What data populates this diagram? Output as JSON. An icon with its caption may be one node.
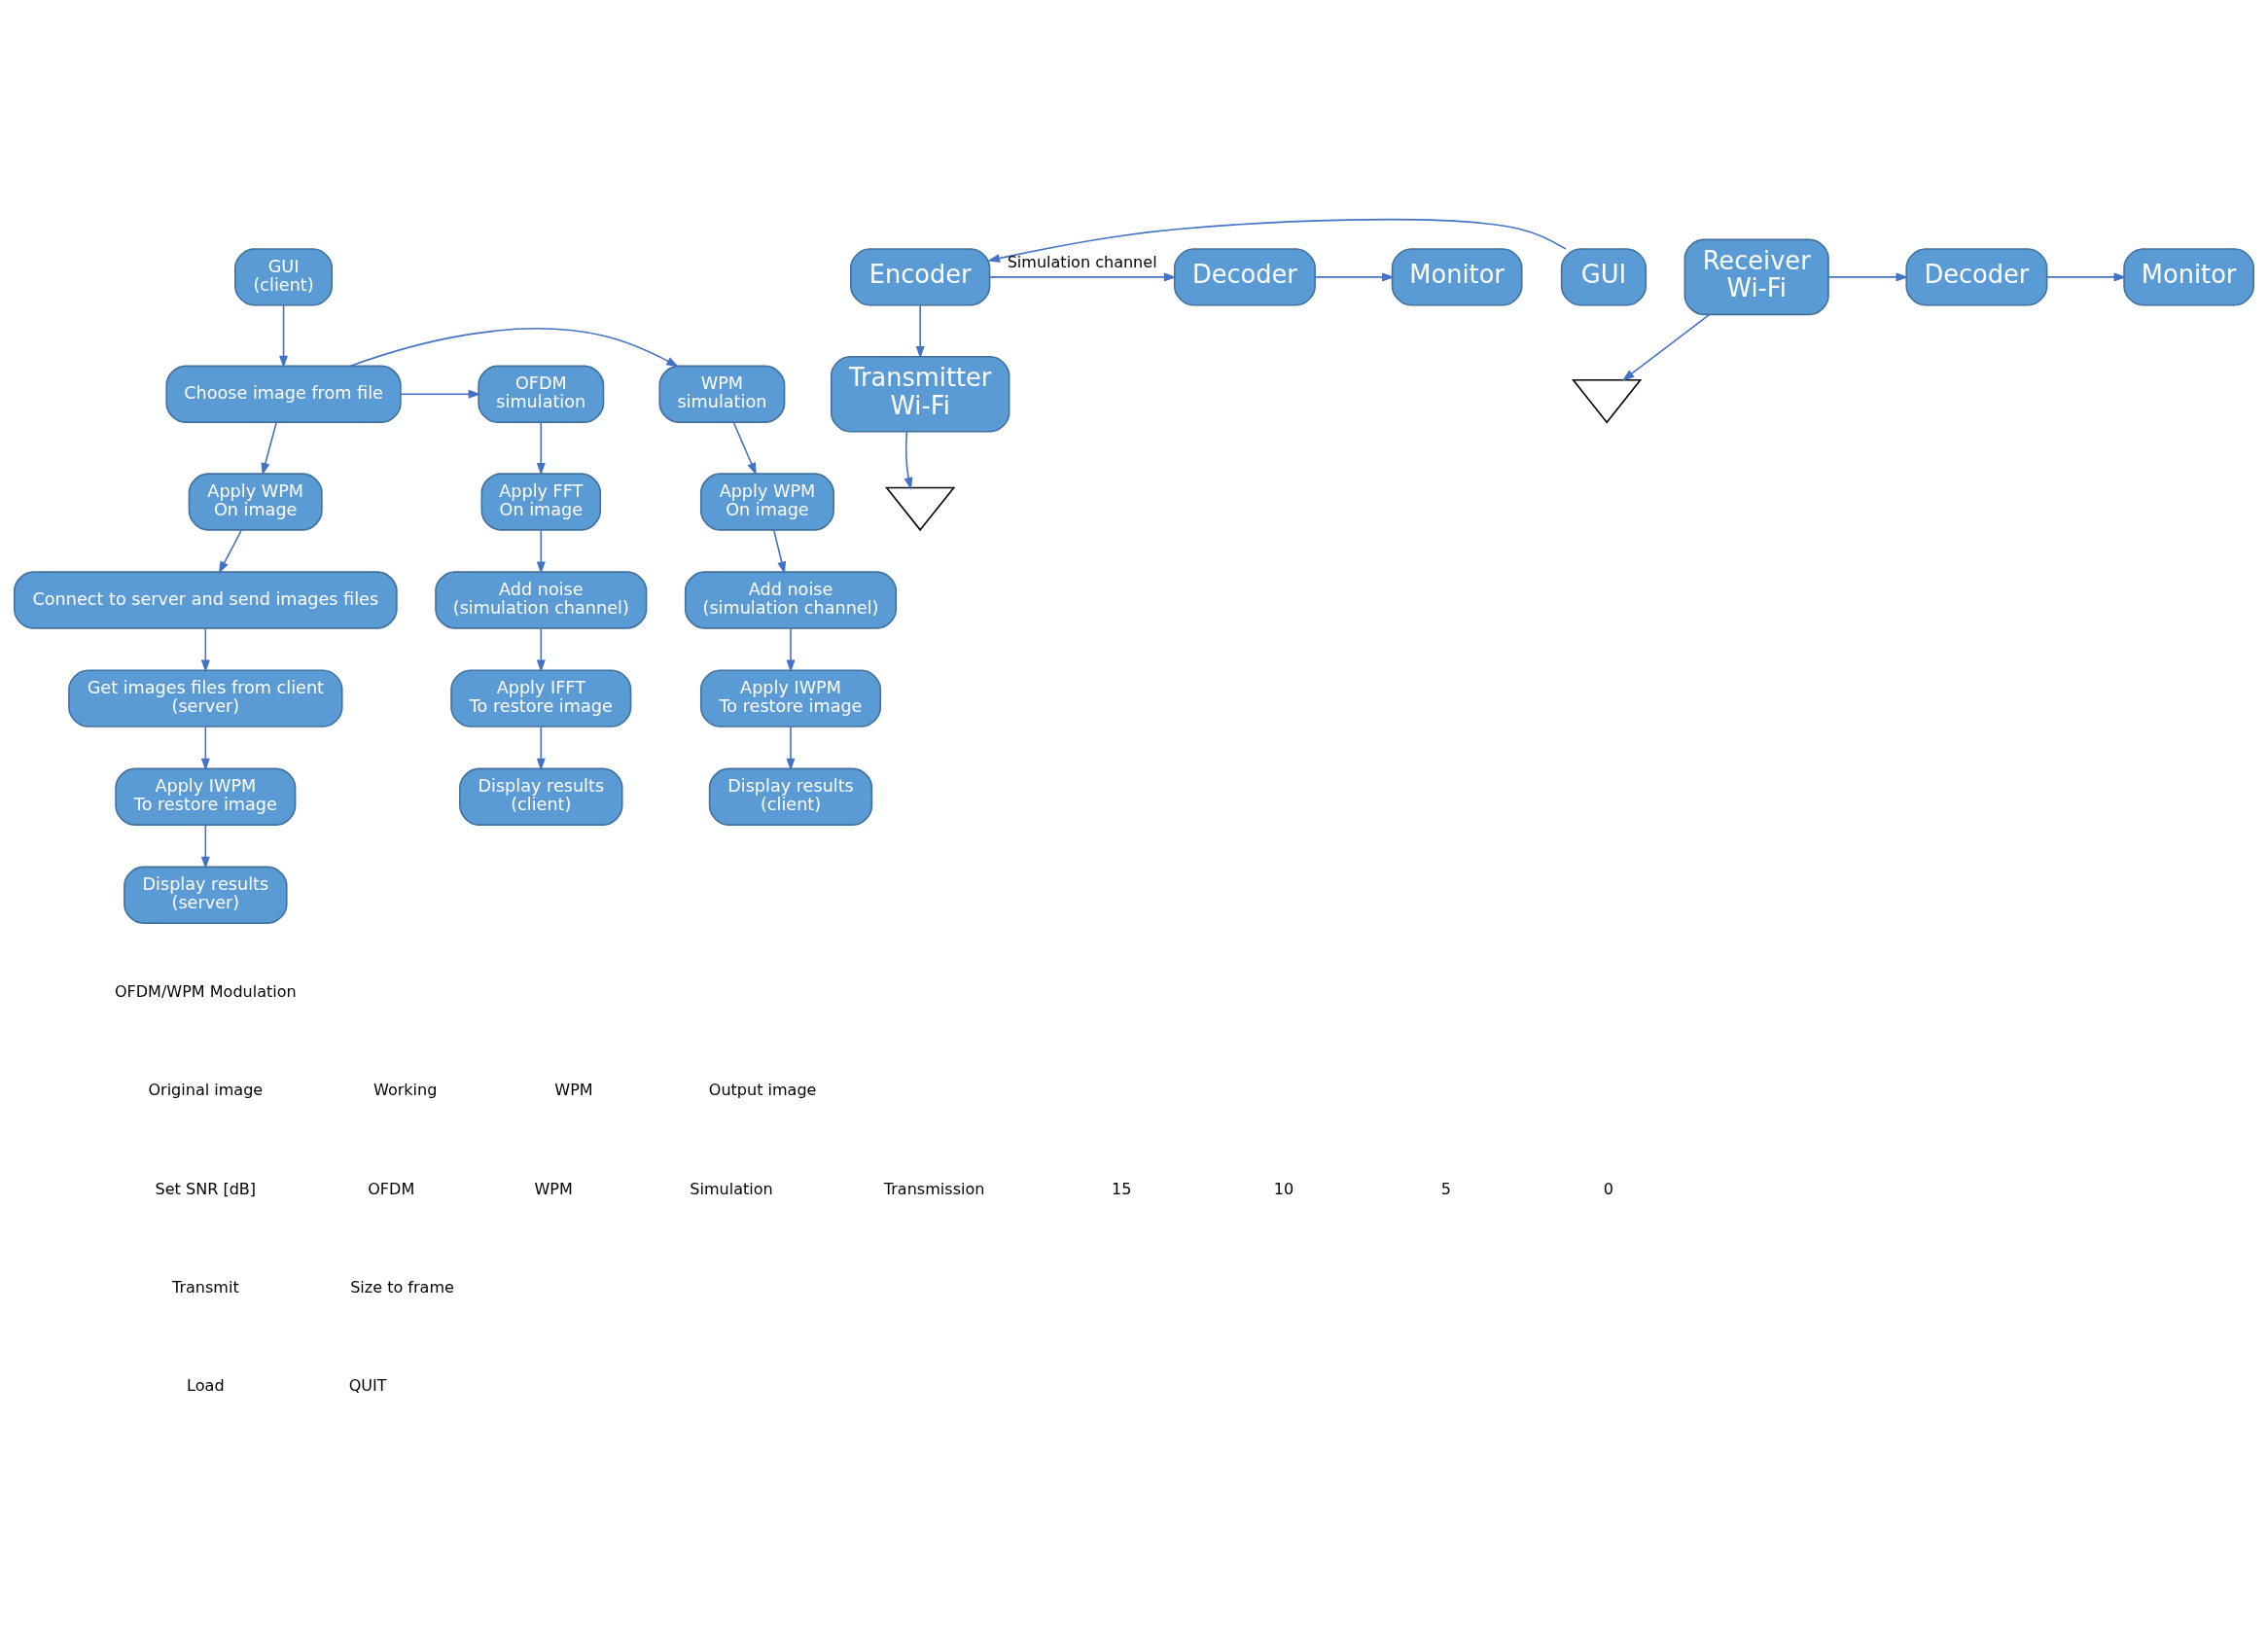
{
  "diagram": {
    "nodes": [
      {
        "text": [
          "GUI",
          "(client)"
        ]
      },
      {
        "text": [
          "Choose image from file"
        ]
      },
      {
        "text": [
          "WPM",
          "simulation"
        ]
      },
      {
        "text": [
          "OFDM",
          "simulation"
        ]
      },
      {
        "text": [
          "Apply WPM",
          "On image"
        ]
      },
      {
        "text": [
          "Apply WPM",
          "On image"
        ]
      },
      {
        "text": [
          "Apply FFT",
          "On image"
        ]
      },
      {
        "text": [
          "Add noise",
          "(simulation channel)"
        ]
      },
      {
        "text": [
          "Connect to server and send images files"
        ]
      },
      {
        "text": [
          "Add noise",
          "(simulation channel)"
        ]
      },
      {
        "text": [
          "Apply IWPM",
          "To restore image"
        ]
      },
      {
        "text": [
          "Get images files from client",
          "(server)"
        ]
      },
      {
        "text": [
          "Apply IFFT",
          "To restore image"
        ]
      },
      {
        "text": [
          "Display results",
          "(client)"
        ]
      },
      {
        "text": [
          "Apply IWPM",
          "To restore image"
        ]
      },
      {
        "text": [
          "Display results",
          "(client)"
        ]
      },
      {
        "text": [
          "Display results",
          "(server)"
        ]
      },
      {
        "text": [
          "Transmitter",
          "Wi-Fi"
        ]
      },
      {
        "text": [],
        "shape": "triangle"
      },
      {
        "text": [
          "GUI"
        ]
      },
      {
        "text": [
          "Encoder"
        ]
      },
      {
        "text": [
          "Decoder"
        ]
      },
      {
        "text": [
          "Monitor"
        ]
      },
      {
        "text": [],
        "shape": "triangle"
      },
      {
        "text": [
          "Receiver",
          "Wi-Fi"
        ]
      },
      {
        "text": [
          "Decoder"
        ]
      },
      {
        "text": [
          "Monitor"
        ]
      }
    ],
    "edges": [
      {
        "from": 0,
        "to": 1,
        "arrow": "to"
      },
      {
        "from": 1,
        "to": 2,
        "arrow": "to"
      },
      {
        "from": 1,
        "to": 3,
        "arrow": "to"
      },
      {
        "from": 2,
        "to": 4,
        "arrow": "to"
      },
      {
        "from": 1,
        "to": 5,
        "arrow": "to"
      },
      {
        "from": 3,
        "to": 6,
        "arrow": "to"
      },
      {
        "from": 4,
        "to": 7,
        "arrow": "to"
      },
      {
        "from": 5,
        "to": 8,
        "arrow": "to"
      },
      {
        "from": 6,
        "to": 9,
        "arrow": "to"
      },
      {
        "from": 7,
        "to": 10,
        "arrow": "to"
      },
      {
        "from": 8,
        "to": 11,
        "arrow": "to"
      },
      {
        "from": 9,
        "to": 12,
        "arrow": "to"
      },
      {
        "from": 10,
        "to": 13,
        "arrow": "to"
      },
      {
        "from": 11,
        "to": 14,
        "arrow": "to"
      },
      {
        "from": 12,
        "to": 15,
        "arrow": "to"
      },
      {
        "from": 14,
        "to": 16,
        "arrow": "to"
      },
      {
        "from": 17,
        "to": 18,
        "arrow": "to"
      },
      {
        "from": 20,
        "to": 17,
        "arrow": "to"
      },
      {
        "from": 19,
        "to": 20,
        "arrow": "to"
      },
      {
        "from": 20,
        "to": 21,
        "arrow": "to",
        "label": "Simulation channel"
      },
      {
        "from": 21,
        "to": 22,
        "arrow": "to"
      },
      {
        "from": 24,
        "to": 23,
        "arrow": "to"
      },
      {
        "from": 24,
        "to": 25,
        "arrow": "to"
      },
      {
        "from": 25,
        "to": 26,
        "arrow": "to"
      }
    ],
    "labels": [
      "OFDM/WPM Modulation",
      "Original image",
      "Working",
      "WPM",
      "Output image",
      "Set SNR [dB]",
      "OFDM",
      "WPM",
      "Simulation",
      "Transmission",
      "15",
      "10",
      "5",
      "0",
      "Transmit",
      "Size to frame",
      "Load",
      "QUIT"
    ]
  }
}
